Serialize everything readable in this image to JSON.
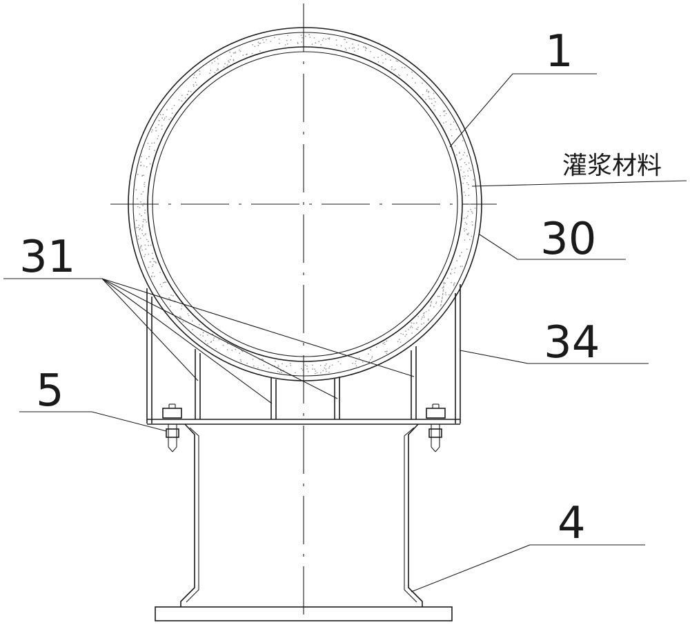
{
  "labels": {
    "pipe": "1",
    "grout": "灌浆材料",
    "sleeve": "30",
    "ribs": "31",
    "side_plate": "34",
    "bolt": "5",
    "pedestal": "4"
  },
  "colors": {
    "line": "#1a1a1a",
    "grout_fill": "#9a9a9a",
    "background": "#ffffff"
  }
}
